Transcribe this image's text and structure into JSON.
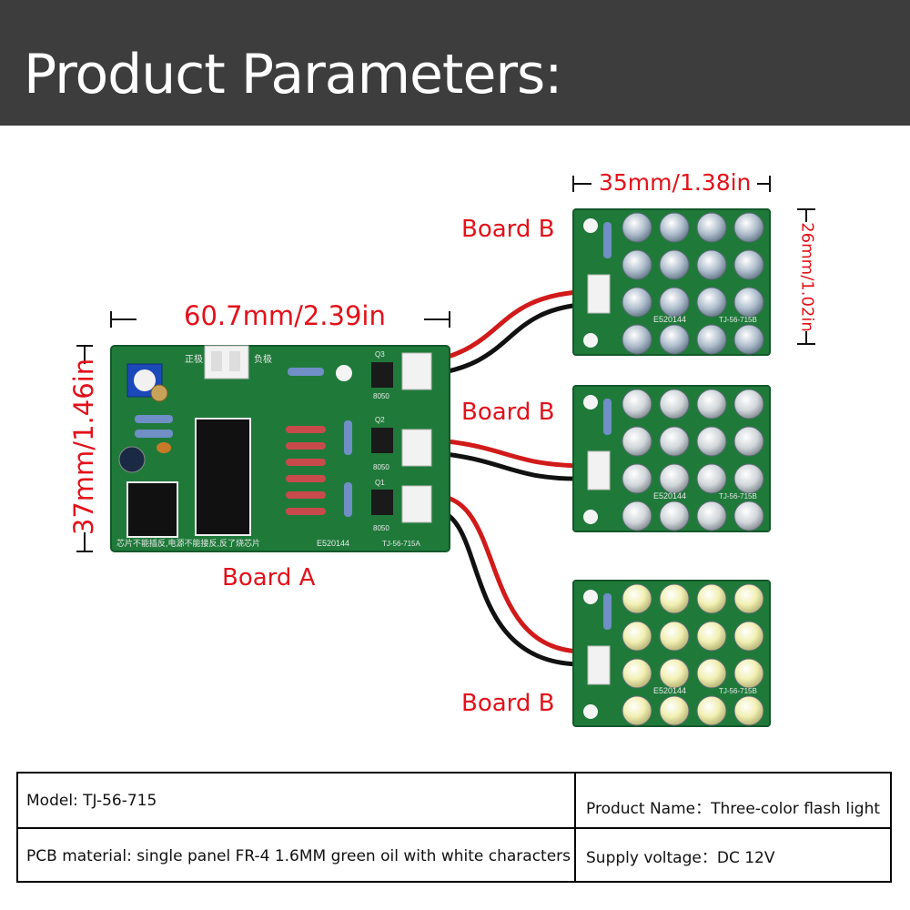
{
  "header": {
    "title": "Product Parameters:"
  },
  "dimensions": {
    "board_a_width": "60.7mm/2.39in",
    "board_a_height": "37mm/1.46in",
    "board_b_width": "35mm/1.38in",
    "board_b_height": "26mm/1.02in"
  },
  "labels": {
    "board_a": "Board A",
    "board_b_1": "Board B",
    "board_b_2": "Board B",
    "board_b_3": "Board B"
  },
  "pcb_text": {
    "board_a_silk_code": "E520144",
    "board_a_silk_model": "TJ-56-715A",
    "board_a_silk_warning": "芯片不能插反,电源不能接反,反了烧芯片",
    "board_a_plus": "正极",
    "board_a_minus": "负极",
    "board_b_code": "E520144",
    "board_b_model": "TJ-56-715B",
    "q3": "Q3",
    "q2": "Q2",
    "q1": "Q1",
    "t8050": "8050"
  },
  "specs": {
    "model": "Model: TJ-56-715",
    "product_name": "Product Name：Three-color flash light",
    "pcb_material": "PCB material: single panel FR-4 1.6MM green oil with white characters",
    "supply_voltage": "Supply voltage：DC 12V"
  },
  "colors": {
    "header_bg": "#3d3d3d",
    "accent_red": "#e3111a",
    "pcb_green": "#1f7a3a",
    "led_blue": "#b9c7d6",
    "led_clear": "#d8dde2",
    "led_yellow": "#f4f1b0"
  }
}
